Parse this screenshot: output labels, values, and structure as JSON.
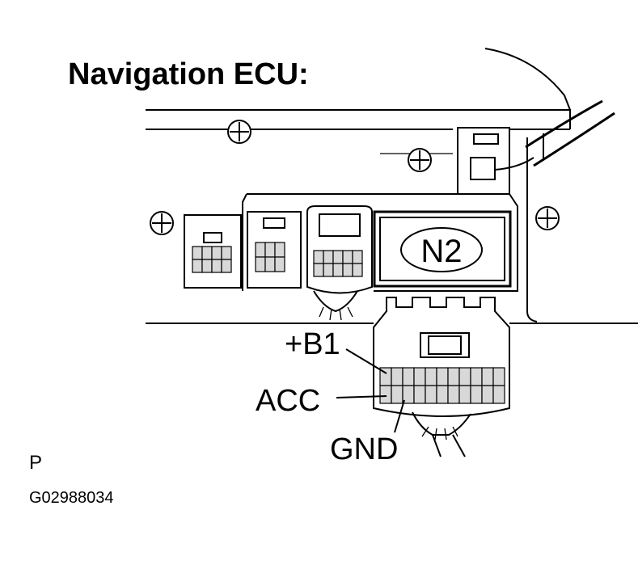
{
  "title": "Navigation ECU:",
  "connector": {
    "label": "N2",
    "callouts": {
      "b1": "+B1",
      "acc": "ACC",
      "gnd": "GND"
    }
  },
  "footer": {
    "mark": "P",
    "code": "G02988034"
  },
  "icons": [
    "screw-icon"
  ]
}
